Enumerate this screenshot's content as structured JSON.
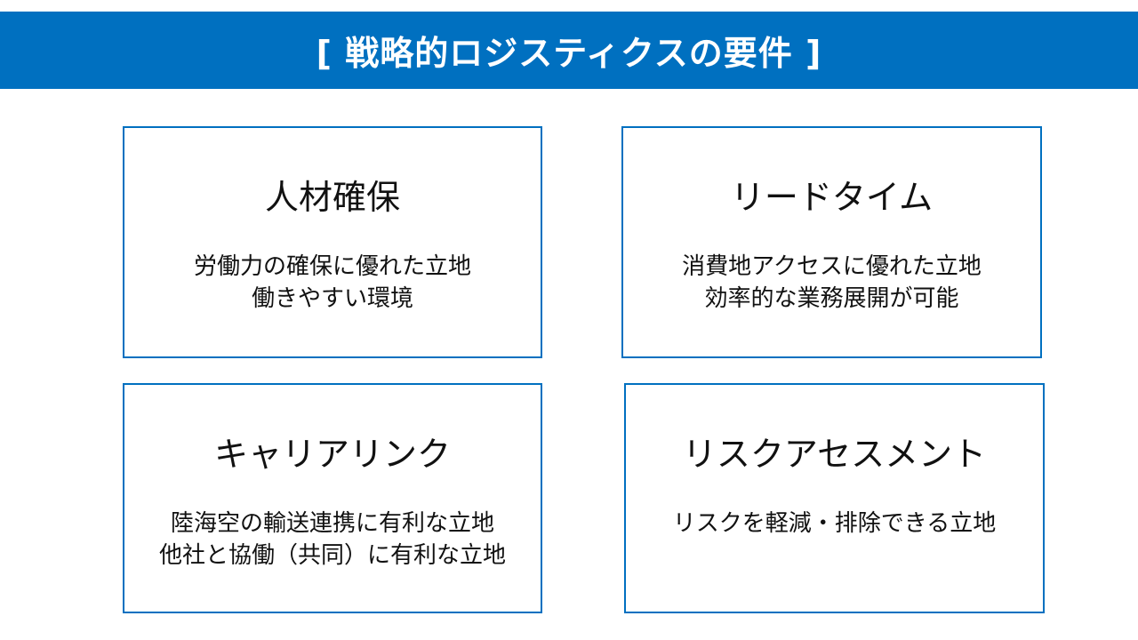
{
  "title": "[ 戦略的ロジスティクスの要件 ]",
  "cards": [
    {
      "heading": "人材確保",
      "lines": [
        "労働力の確保に優れた立地",
        "働きやすい環境"
      ]
    },
    {
      "heading": "リードタイム",
      "lines": [
        "消費地アクセスに優れた立地",
        "効率的な業務展開が可能"
      ]
    },
    {
      "heading": "キャリアリンク",
      "lines": [
        "陸海空の輸送連携に有利な立地",
        "他社と協働（共同）に有利な立地"
      ]
    },
    {
      "heading": "リスクアセスメント",
      "lines": [
        "リスクを軽減・排除できる立地"
      ]
    }
  ],
  "colors": {
    "accent": "#0070c0",
    "title_text": "#ffffff"
  }
}
